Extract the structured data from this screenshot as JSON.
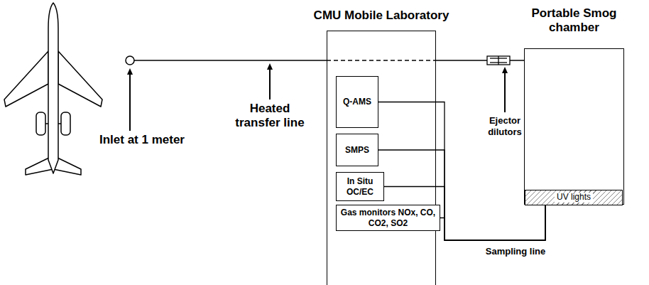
{
  "diagram": {
    "nodes": [
      {
        "text": [
          "CMU Mobile Laboratory"
        ]
      },
      {
        "text": [
          "Q-AMS"
        ],
        "in": 0
      },
      {
        "text": [
          "SMPS"
        ],
        "in": 0
      },
      {
        "text": [
          "In Situ OC/EC"
        ],
        "in": 0
      },
      {
        "text": [
          "Gas monitors NOx, CO, CO2, SO2"
        ],
        "in": 0
      },
      {
        "text": [
          "Portable Smog chamber"
        ]
      },
      {
        "text": [
          "UV lights"
        ],
        "in": 5
      }
    ],
    "edges": [
      {
        "from": 5,
        "to": 1,
        "arrow": "none"
      },
      {
        "from": 5,
        "to": 2,
        "arrow": "none"
      },
      {
        "from": 5,
        "to": 3,
        "arrow": "none"
      },
      {
        "from": 5,
        "to": 4,
        "arrow": "none"
      }
    ],
    "labels": [
      "Inlet at 1 meter",
      "Heated transfer line",
      "Ejector dilutors",
      "Sampling line"
    ]
  }
}
